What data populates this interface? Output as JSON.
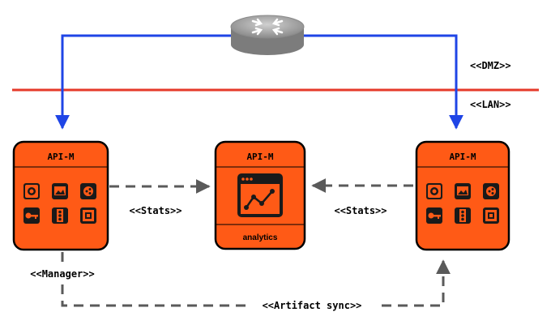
{
  "zones": {
    "dmz_label": "<<DMZ>>",
    "lan_label": "<<LAN>>"
  },
  "nodes": {
    "left": {
      "title": "API-M"
    },
    "center": {
      "title": "API-M",
      "caption": "analytics"
    },
    "right": {
      "title": "API-M"
    }
  },
  "connections": {
    "stats_left": "<<Stats>>",
    "stats_right": "<<Stats>>",
    "manager": "<<Manager>>",
    "artifact_sync": "<<Artifact sync>>"
  },
  "icons": [
    "cart-icon",
    "image-icon",
    "share-icon",
    "key-icon",
    "traffic-light-icon",
    "chip-icon"
  ],
  "colors": {
    "node_fill": "#ff5a16",
    "node_stroke": "#000000",
    "boundary_line": "#e53a2a",
    "network_link": "#1f45e6",
    "dashed_link": "#5a5a5a",
    "router": "#9a9a9a"
  }
}
